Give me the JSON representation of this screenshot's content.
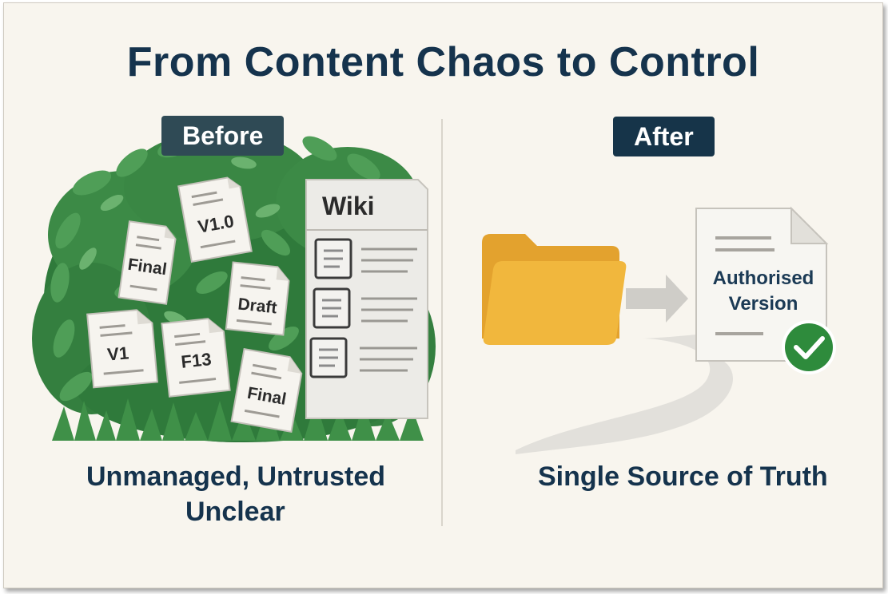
{
  "title": "From Content Chaos to Control",
  "before": {
    "badge": "Before",
    "wiki_label": "Wiki",
    "documents": [
      "V1.0",
      "Final",
      "Draft",
      "V1",
      "F13",
      "Final"
    ],
    "caption_line1": "Unmanaged, Untrusted",
    "caption_line2": "Unclear"
  },
  "after": {
    "badge": "After",
    "document_line1": "Authorised",
    "document_line2": "Version",
    "caption": "Single Source of Truth"
  },
  "colors": {
    "title": "#15334d",
    "badge_before": "#2f4a55",
    "badge_after": "#163449",
    "foliage": "#3c8a46",
    "folder": "#f1b73d",
    "check": "#2e8b3c"
  }
}
